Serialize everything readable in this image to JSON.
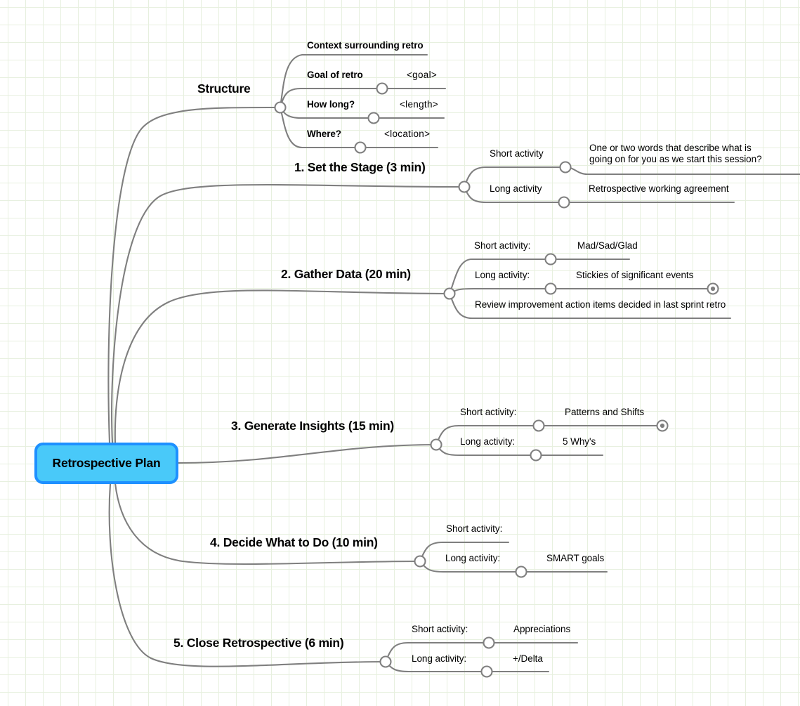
{
  "meta": {
    "root_label": "Retrospective Plan",
    "accent_border": "#1e90ff",
    "accent_fill": "#49c9f9",
    "wire_color": "#7f7f7f",
    "grid_color": "#e7f0df"
  },
  "branches": [
    {
      "id": "structure",
      "label": "Structure",
      "children": [
        {
          "label": "Context surrounding retro",
          "value": "",
          "collapsed": false,
          "has_node": false
        },
        {
          "label": "Goal of retro",
          "value": "<goal>",
          "collapsed": false,
          "has_node": true
        },
        {
          "label": "How long?",
          "value": "<length>",
          "collapsed": false,
          "has_node": true
        },
        {
          "label": "Where?",
          "value": "<location>",
          "collapsed": false,
          "has_node": true
        }
      ]
    },
    {
      "id": "set-the-stage",
      "label": "1. Set the Stage (3 min)",
      "children": [
        {
          "label": "Short activity",
          "value": "One or two words that describe what is going on for you as we start this session?",
          "collapsed": false,
          "has_node": true
        },
        {
          "label": "Long activity",
          "value": "Retrospective working agreement",
          "collapsed": false,
          "has_node": true
        }
      ]
    },
    {
      "id": "gather-data",
      "label": "2. Gather Data (20 min)",
      "children": [
        {
          "label": "Short activity:",
          "value": "Mad/Sad/Glad",
          "collapsed": false,
          "has_node": true
        },
        {
          "label": "Long activity:",
          "value": "Stickies of significant events",
          "collapsed": true,
          "has_node": true
        },
        {
          "label": "Review improvement action items decided in last sprint retro",
          "value": "",
          "collapsed": false,
          "has_node": false
        }
      ]
    },
    {
      "id": "generate-insights",
      "label": "3. Generate Insights (15 min)",
      "children": [
        {
          "label": "Short activity:",
          "value": "Patterns and Shifts",
          "collapsed": true,
          "has_node": true
        },
        {
          "label": "Long activity:",
          "value": "5 Why's",
          "collapsed": false,
          "has_node": true
        }
      ]
    },
    {
      "id": "decide-what-to-do",
      "label": "4. Decide What to Do (10 min)",
      "children": [
        {
          "label": "Short activity:",
          "value": "",
          "collapsed": false,
          "has_node": false
        },
        {
          "label": "Long activity:",
          "value": "SMART goals",
          "collapsed": false,
          "has_node": true
        }
      ]
    },
    {
      "id": "close-retrospective",
      "label": "5. Close Retrospective (6 min)",
      "children": [
        {
          "label": "Short activity:",
          "value": "Appreciations",
          "collapsed": false,
          "has_node": true
        },
        {
          "label": "Long activity:",
          "value": "+/Delta",
          "collapsed": false,
          "has_node": true
        }
      ]
    }
  ]
}
